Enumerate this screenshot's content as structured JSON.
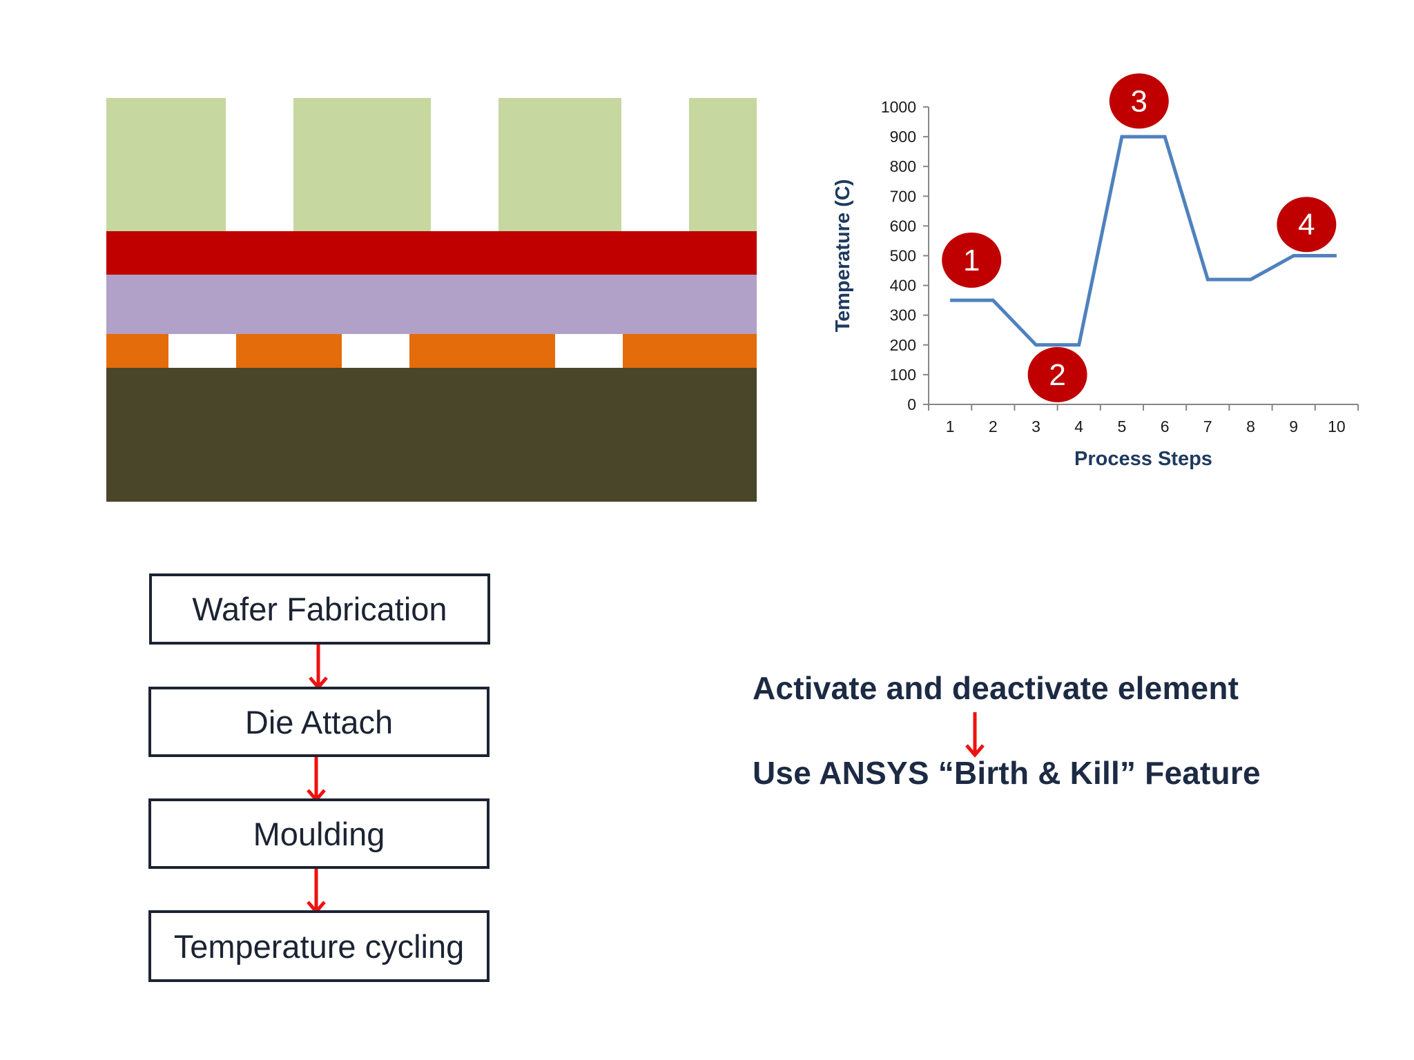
{
  "colors": {
    "mould": "#c6d79f",
    "red_layer": "#c00000",
    "purple_layer": "#b1a0c7",
    "orange_layer": "#e46c0a",
    "substrate": "#4a4629",
    "line": "#4f81bd",
    "marker": "#c00000",
    "arrow": "#ee1111",
    "text_dark": "#1c2333"
  },
  "chart_data": {
    "type": "line",
    "x": [
      1,
      2,
      3,
      4,
      5,
      6,
      7,
      8,
      9,
      10
    ],
    "series": [
      {
        "values": [
          350,
          350,
          200,
          200,
          900,
          900,
          420,
          420,
          500,
          500
        ]
      }
    ],
    "xlabel": "Process Steps",
    "ylabel": "Temperature (C)",
    "ylim": [
      0,
      1000
    ],
    "yticks": [
      0,
      100,
      200,
      300,
      400,
      500,
      600,
      700,
      800,
      900,
      1000
    ],
    "xticks": [
      "1",
      "2",
      "3",
      "4",
      "5",
      "6",
      "7",
      "8",
      "9",
      "10"
    ],
    "grid": false,
    "annotations": [
      {
        "label": "1",
        "x": 1.5,
        "y": 485
      },
      {
        "label": "2",
        "x": 3.5,
        "y": 100
      },
      {
        "label": "3",
        "x": 5.4,
        "y": 1020
      },
      {
        "label": "4",
        "x": 9.3,
        "y": 605
      }
    ]
  },
  "flow": {
    "steps": [
      "Wafer Fabrication",
      "Die Attach",
      "Moulding",
      "Temperature cycling"
    ]
  },
  "notes": {
    "line1": "Activate and deactivate element",
    "line2": "Use ANSYS “Birth & Kill” Feature"
  }
}
